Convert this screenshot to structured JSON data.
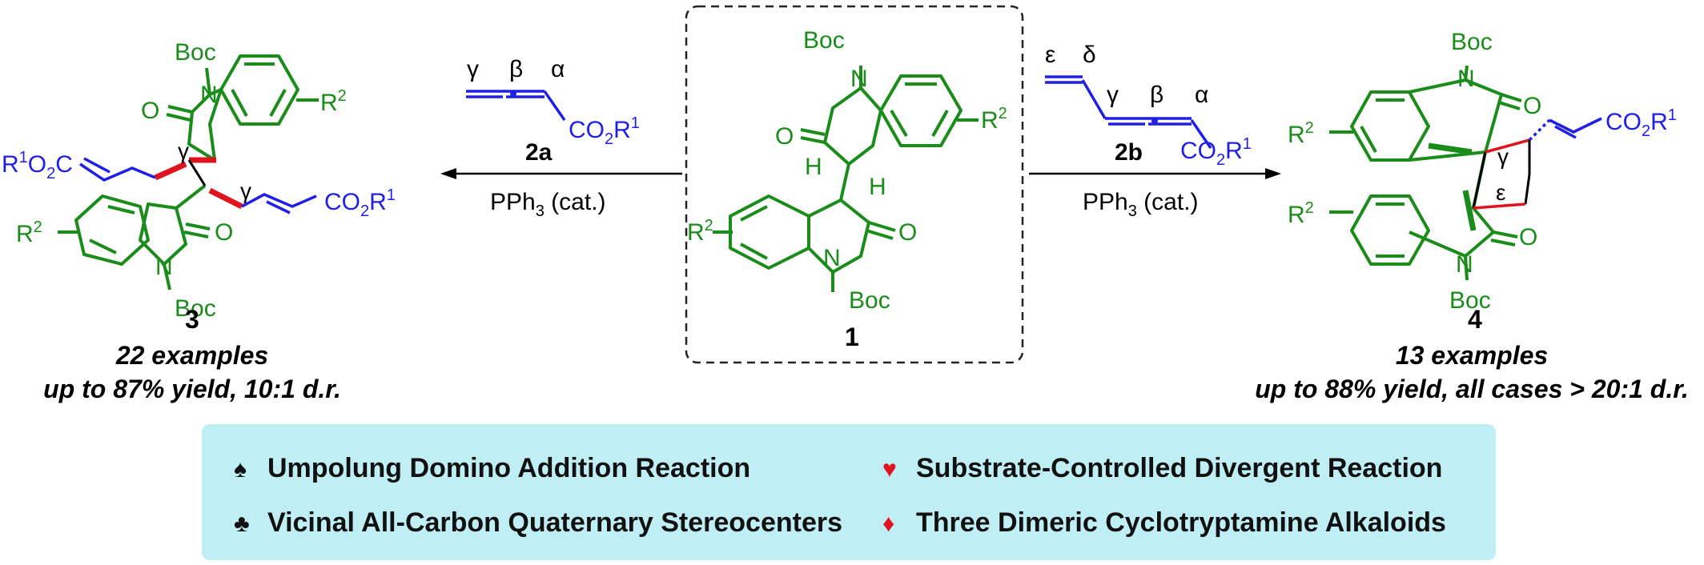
{
  "colors": {
    "green": "#1a8c1a",
    "blue": "#1f1fe6",
    "red": "#e0141e",
    "black": "#000000",
    "panel_bg": "#bfeff4"
  },
  "reactant_1": {
    "label": "1",
    "boc_top": "Boc",
    "boc_bottom": "Boc",
    "H1": "H",
    "H2": "H",
    "O1": "O",
    "O2": "O",
    "N1": "N",
    "N2": "N",
    "R2a": "R",
    "R2b": "R",
    "sup": "2"
  },
  "reagent_2a": {
    "label": "2a",
    "greek_gamma": "γ",
    "greek_beta": "β",
    "greek_alpha": "α",
    "ester": "CO",
    "ester_sub": "2",
    "ester_R": "R",
    "ester_sup": "1",
    "catalyst": "PPh",
    "catalyst_sub": "3",
    "catalyst_suffix": " (cat.)"
  },
  "reagent_2b": {
    "label": "2b",
    "greek_epsilon": "ε",
    "greek_delta": "δ",
    "greek_gamma": "γ",
    "greek_beta": "β",
    "greek_alpha": "α",
    "ester": "CO",
    "ester_sub": "2",
    "ester_R": "R",
    "ester_sup": "1",
    "catalyst": "PPh",
    "catalyst_sub": "3",
    "catalyst_suffix": " (cat.)"
  },
  "product_3": {
    "label": "3",
    "examples": "22 examples",
    "yield": "up to 87% yield, 10:1 d.r.",
    "boc_top": "Boc",
    "boc_bottom": "Boc",
    "gamma": "γ",
    "ester_left": "R",
    "ester_left_sup": "1",
    "ester_left_rest": "O",
    "ester_left_sub": "2",
    "ester_left_C": "C",
    "ester_right": "CO",
    "ester_right_sub": "2",
    "ester_right_R": "R",
    "ester_right_sup": "1"
  },
  "product_4": {
    "label": "4",
    "examples": "13 examples",
    "yield": "up to 88% yield, all cases > 20:1 d.r.",
    "boc_top": "Boc",
    "boc_bottom": "Boc",
    "gamma": "γ",
    "epsilon": "ε",
    "ester": "CO",
    "ester_sub": "2",
    "ester_R": "R",
    "ester_sup": "1"
  },
  "features": [
    {
      "symbol": "♠",
      "symbol_color": "#111111",
      "text": "Umpolung Domino Addition Reaction"
    },
    {
      "symbol": "♥",
      "symbol_color": "#e0141e",
      "text": "Substrate-Controlled Divergent Reaction"
    },
    {
      "symbol": "♣",
      "symbol_color": "#111111",
      "text": "Vicinal All-Carbon Quaternary Stereocenters"
    },
    {
      "symbol": "♦",
      "symbol_color": "#e0141e",
      "text": "Three Dimeric Cyclotryptamine Alkaloids"
    }
  ]
}
